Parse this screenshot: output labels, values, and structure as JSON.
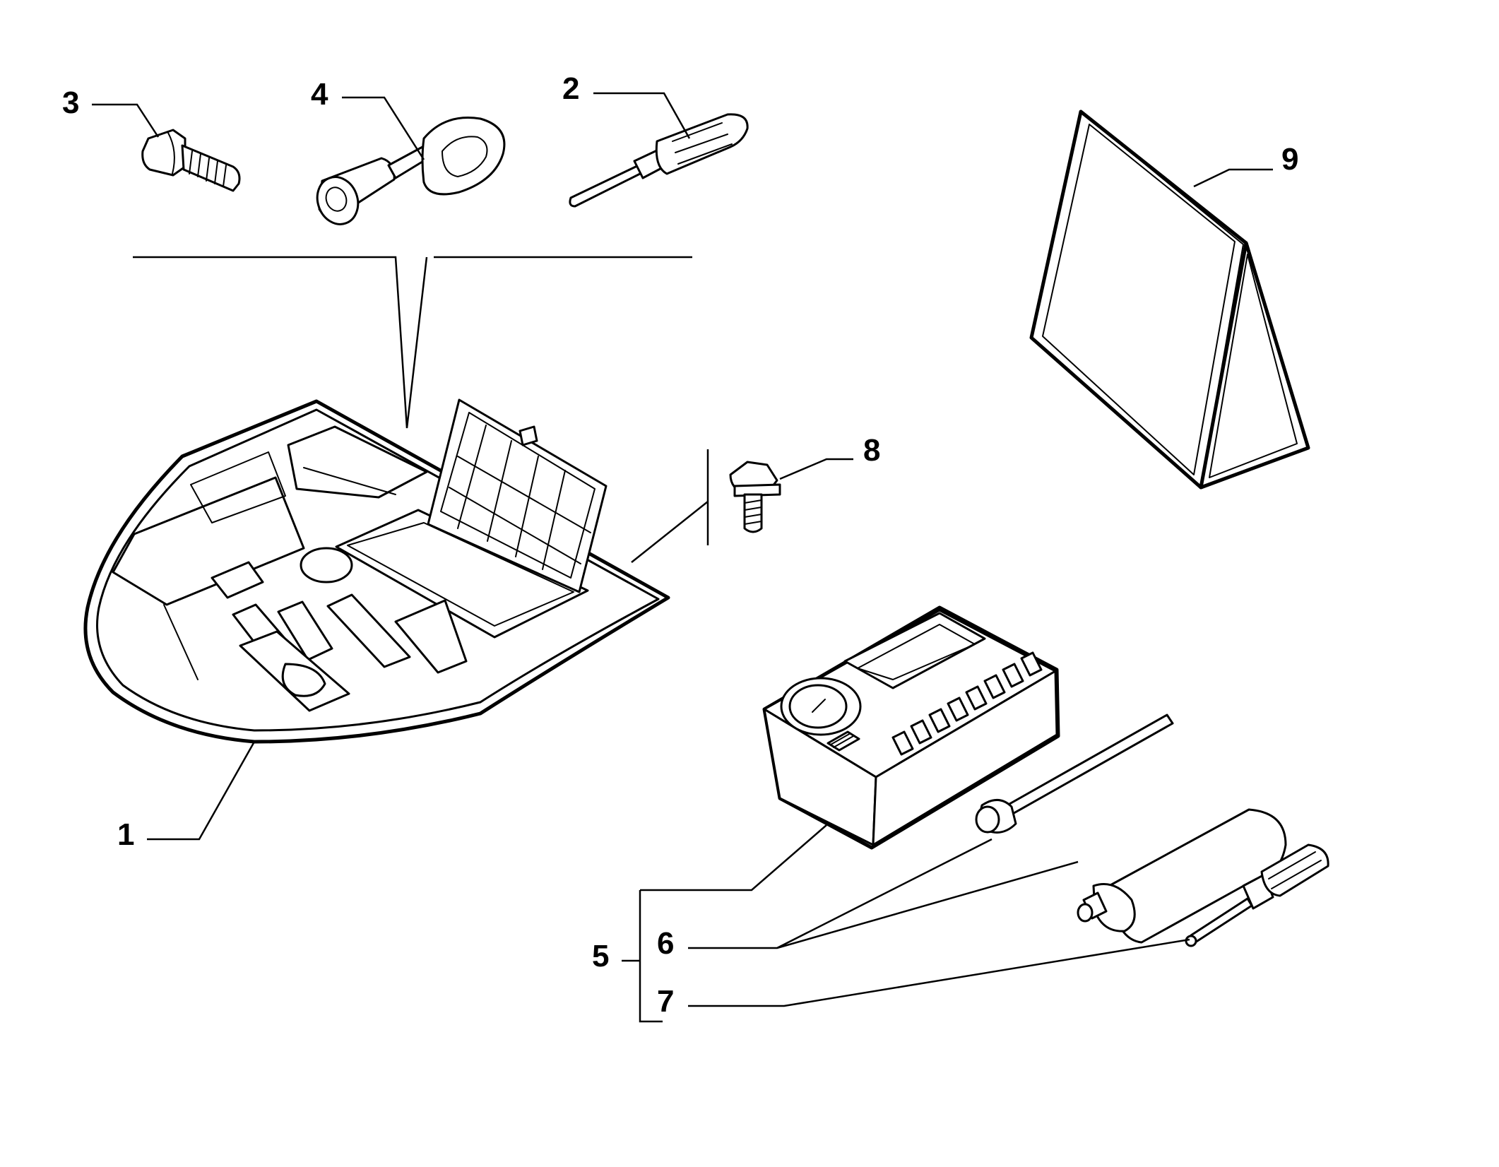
{
  "callouts": [
    {
      "id": "3",
      "label": "3"
    },
    {
      "id": "4",
      "label": "4"
    },
    {
      "id": "2",
      "label": "2"
    },
    {
      "id": "9",
      "label": "9"
    },
    {
      "id": "8",
      "label": "8"
    },
    {
      "id": "1",
      "label": "1"
    },
    {
      "id": "5",
      "label": "5"
    },
    {
      "id": "6",
      "label": "6"
    },
    {
      "id": "7",
      "label": "7"
    }
  ],
  "colors": {
    "line": "#000000",
    "background": "#ffffff"
  }
}
